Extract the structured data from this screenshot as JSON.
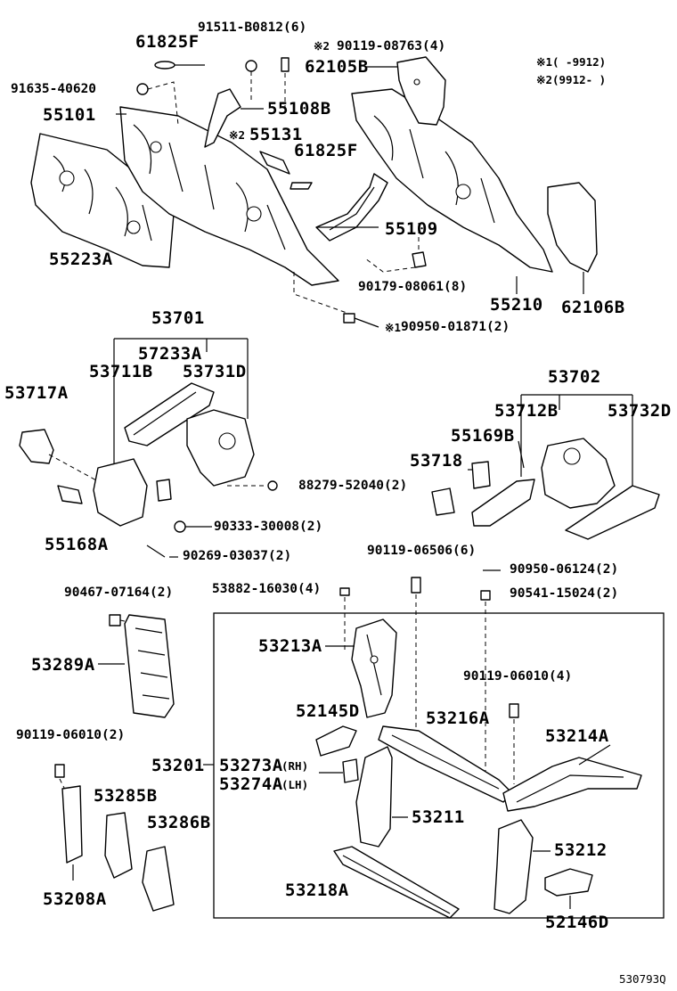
{
  "notes": {
    "note1": "※1(     -9912)",
    "note2": "※2(9912-     )"
  },
  "labels": {
    "p61825F_top": "61825F",
    "p91511": "91511-B0812(6)",
    "mark2_a": "※2",
    "p90119_08763": "90119-08763(4)",
    "p62105B": "62105B",
    "p91635": "91635-40620",
    "p55101": "55101",
    "p55108B": "55108B",
    "mark2_b": "※2",
    "p55131": "55131",
    "p61825F_mid": "61825F",
    "p55109": "55109",
    "p55223A": "55223A",
    "p90179": "90179-08061(8)",
    "p55210": "55210",
    "p62106B": "62106B",
    "mark1": "※1",
    "p90950_01871": "90950-01871(2)",
    "p53701": "53701",
    "p57233A": "57233A",
    "p53711B": "53711B",
    "p53731D": "53731D",
    "p53717A": "53717A",
    "p53702": "53702",
    "p53712B": "53712B",
    "p53732D": "53732D",
    "p55169B": "55169B",
    "p53718": "53718",
    "p88279": "88279-52040(2)",
    "p55168A": "55168A",
    "p90333": "90333-30008(2)",
    "p90269": "90269-03037(2)",
    "p90119_06506": "90119-06506(6)",
    "p90950_06124": "90950-06124(2)",
    "p90467": "90467-07164(2)",
    "p53882": "53882-16030(4)",
    "p90541": "90541-15024(2)",
    "p53213A": "53213A",
    "p53289A": "53289A",
    "p90119_06010_4": "90119-06010(4)",
    "p52145D": "52145D",
    "p53216A": "53216A",
    "p53214A": "53214A",
    "p90119_06010_2": "90119-06010(2)",
    "p53201": "53201",
    "p53273A": "53273A",
    "p53273A_rh": "(RH)",
    "p53274A": "53274A",
    "p53274A_lh": "(LH)",
    "p53285B": "53285B",
    "p53211": "53211",
    "p53286B": "53286B",
    "p53212": "53212",
    "p53218A": "53218A",
    "p53208A": "53208A",
    "p52146D": "52146D",
    "illustration_code": "530793Q"
  }
}
